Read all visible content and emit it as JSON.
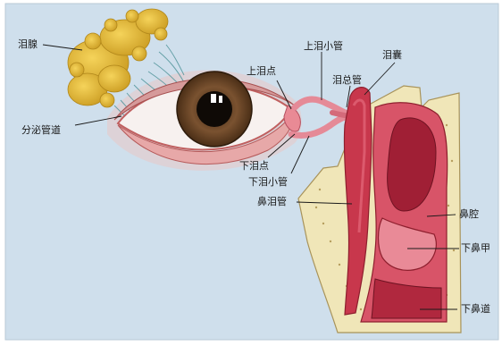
{
  "labels": {
    "lacrimal_gland": "泪腺",
    "excretory_ducts": "分泌管道",
    "upper_punctum": "上泪点",
    "upper_canaliculus": "上泪小管",
    "common_canaliculus": "泪总管",
    "lacrimal_sac": "泪囊",
    "lower_punctum": "下泪点",
    "lower_canaliculus": "下泪小管",
    "nasolacrimal_duct": "鼻泪管",
    "nasal_cavity": "鼻腔",
    "inferior_turbinate": "下鼻甲",
    "inferior_meatus": "下鼻道"
  },
  "colors": {
    "background": "#cfdfec",
    "gland": "#e0b83a",
    "bone": "#f0e6b8",
    "tissue": "#c8374c",
    "pink_tissue": "#e58a97",
    "iris": "#6e4a2c",
    "leader_line": "#1a1a1a"
  }
}
